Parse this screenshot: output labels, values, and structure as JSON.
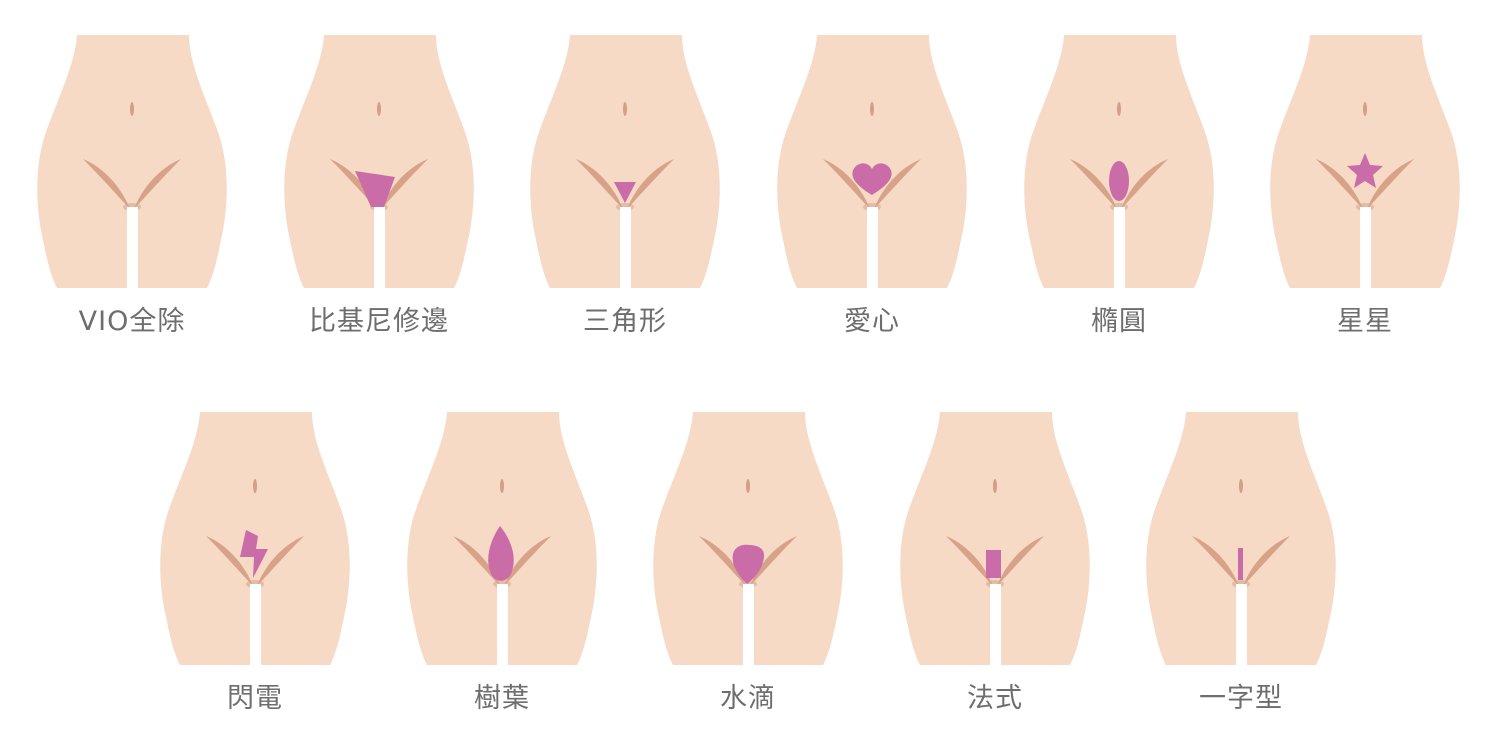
{
  "colors": {
    "skin": "#f6dac6",
    "crease": "#d7a288",
    "navel": "#d29f87",
    "hair": "#c96ca7",
    "gap": "#ffffff",
    "label": "#6e6e6e"
  },
  "styles": [
    {
      "label": "VIO全除",
      "shape": "none"
    },
    {
      "label": "比基尼修邊",
      "shape": "bikini"
    },
    {
      "label": "三角形",
      "shape": "triangle"
    },
    {
      "label": "愛心",
      "shape": "heart"
    },
    {
      "label": "橢圓",
      "shape": "oval"
    },
    {
      "label": "星星",
      "shape": "star"
    },
    {
      "label": "閃電",
      "shape": "lightning"
    },
    {
      "label": "樹葉",
      "shape": "leaf"
    },
    {
      "label": "水滴",
      "shape": "drop"
    },
    {
      "label": "法式",
      "shape": "rect"
    },
    {
      "label": "一字型",
      "shape": "line"
    }
  ]
}
